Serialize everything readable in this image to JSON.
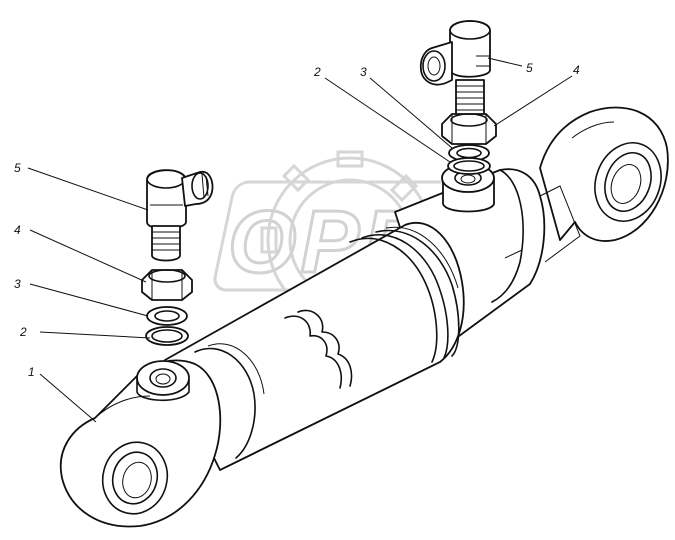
{
  "watermark": {
    "text": "ОРЕХ"
  },
  "callouts": [
    {
      "id": "part-1",
      "label": "1"
    },
    {
      "id": "part-2-left",
      "label": "2"
    },
    {
      "id": "part-3-left",
      "label": "3"
    },
    {
      "id": "part-4-left",
      "label": "4"
    },
    {
      "id": "part-5-left",
      "label": "5"
    },
    {
      "id": "part-2-right",
      "label": "2"
    },
    {
      "id": "part-3-right",
      "label": "3"
    },
    {
      "id": "part-4-right",
      "label": "4"
    },
    {
      "id": "part-5-right",
      "label": "5"
    }
  ]
}
